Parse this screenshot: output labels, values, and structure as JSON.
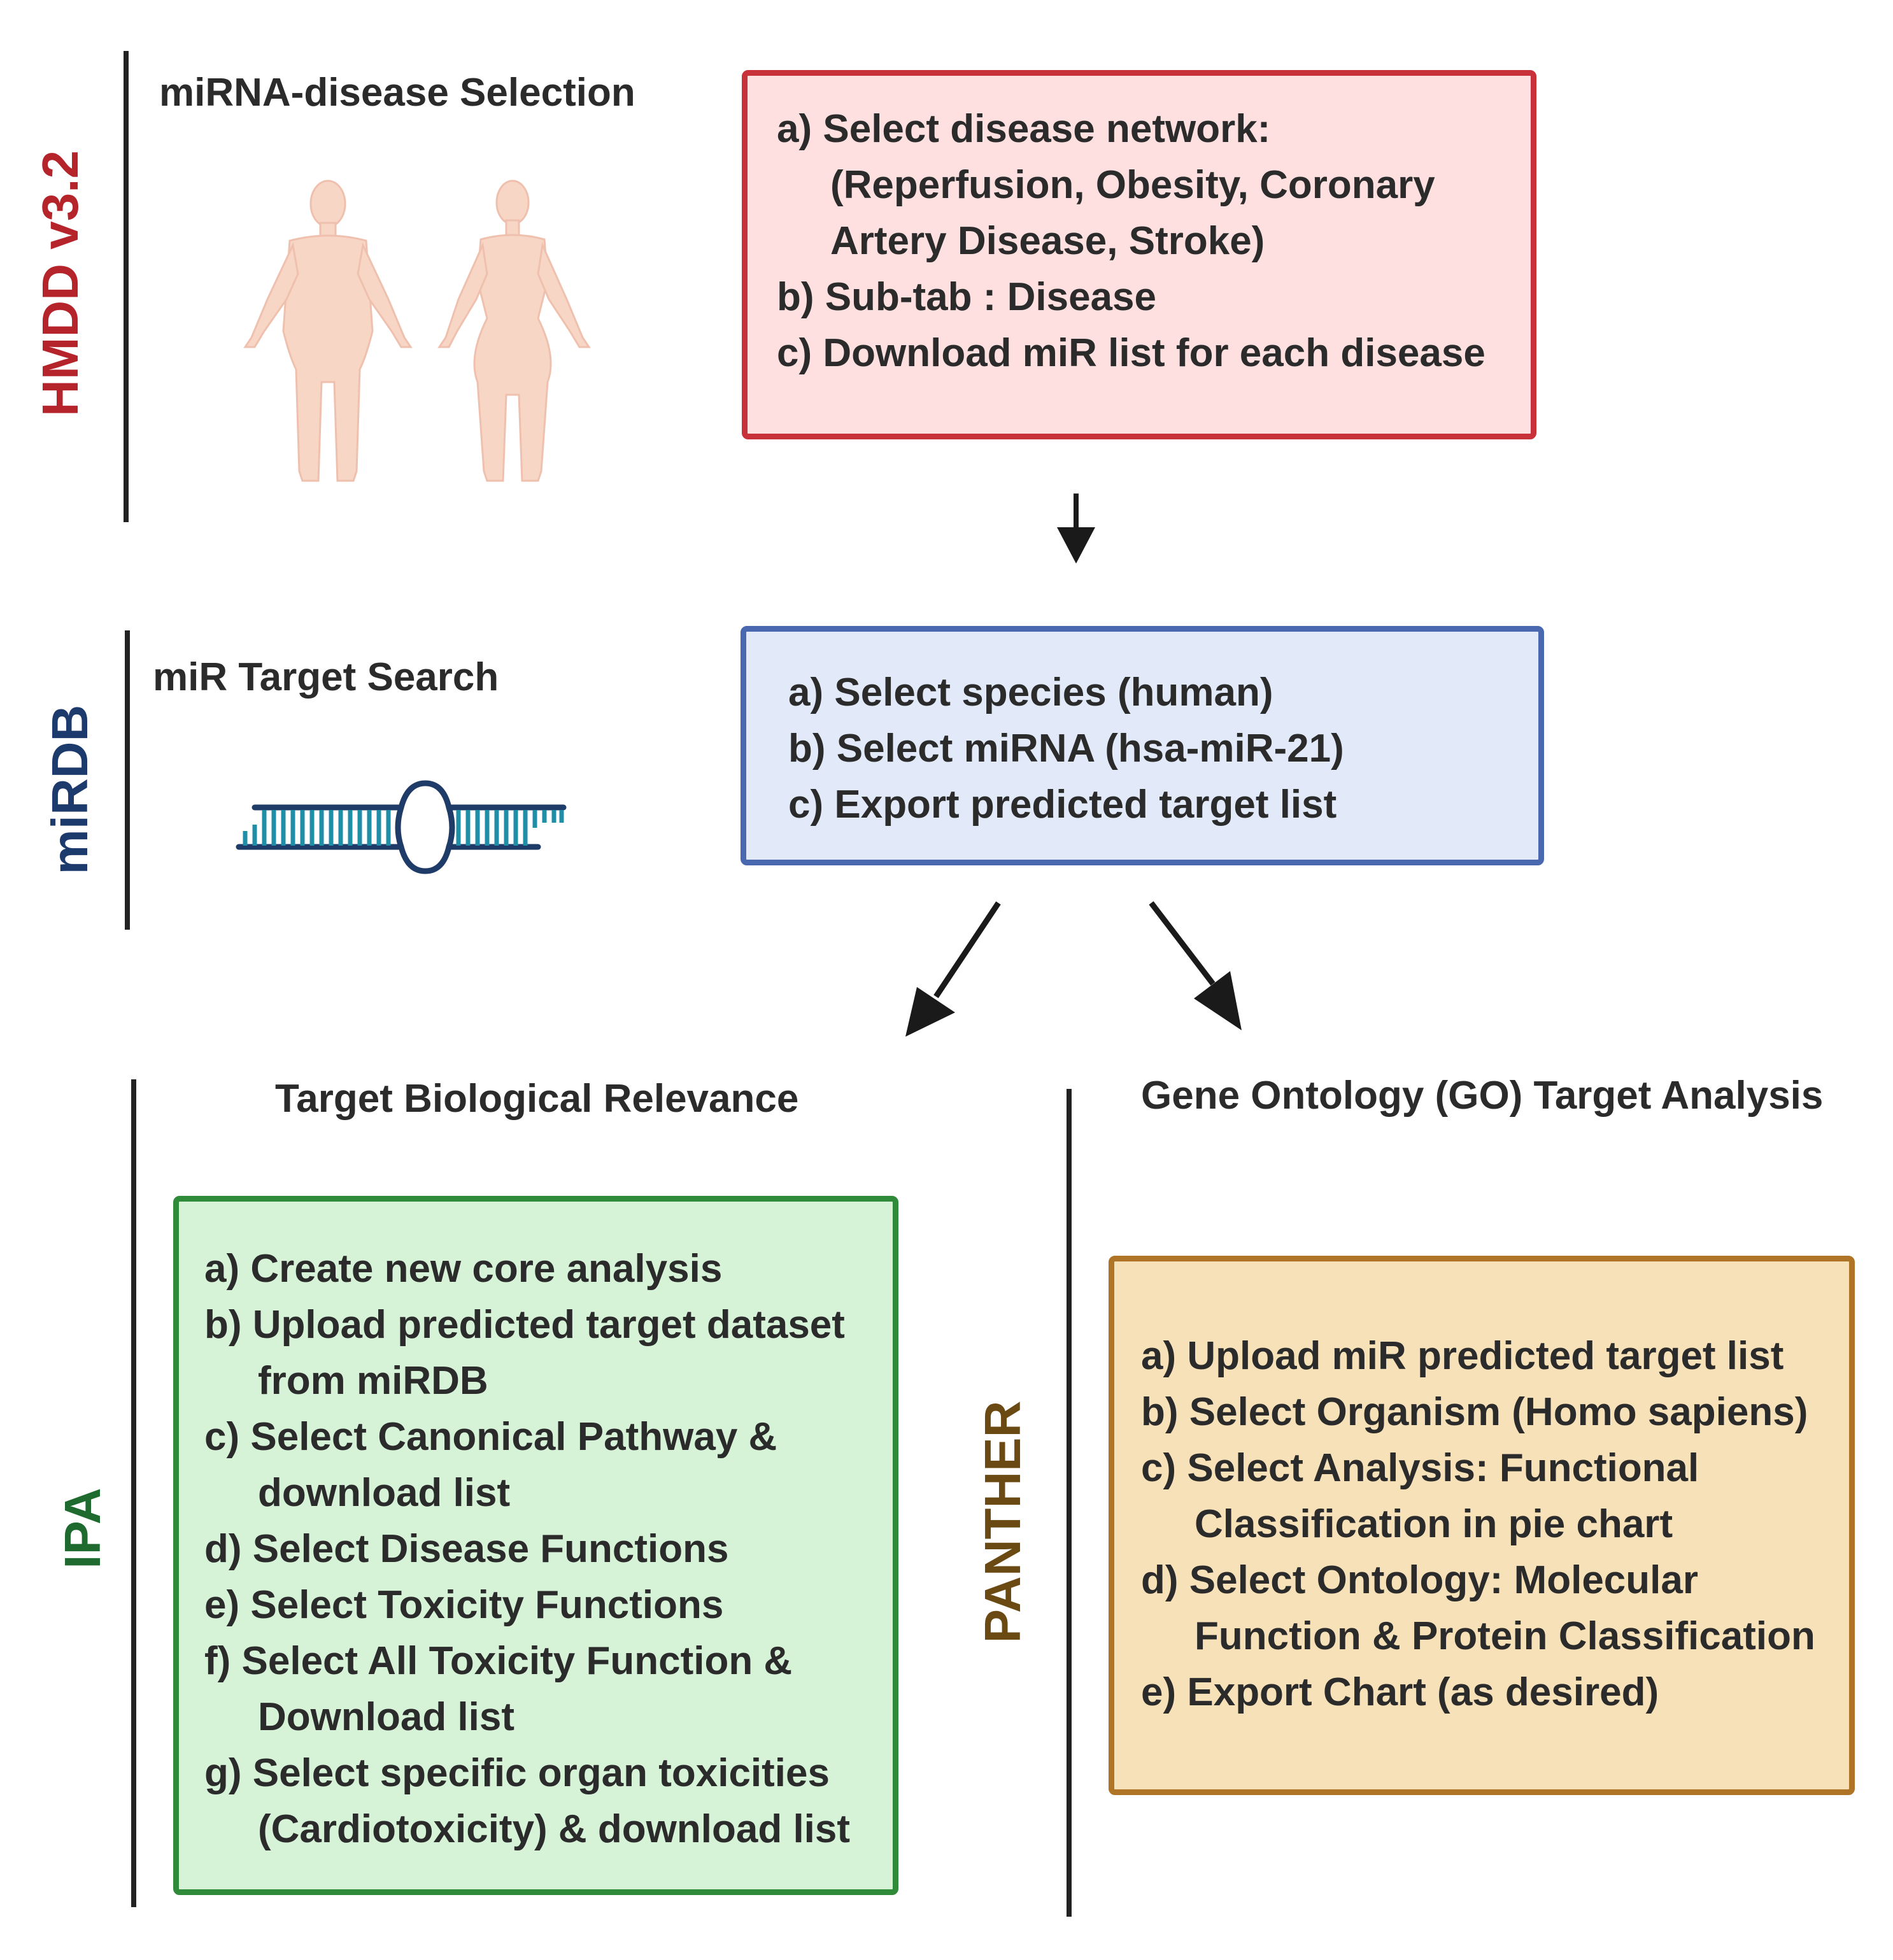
{
  "hmdd": {
    "side_label": "HMDD v3.2",
    "heading": "miRNA-disease Selection",
    "steps": [
      [
        "a) Select disease network:",
        "(Reperfusion, Obesity, Coronary",
        "Artery Disease, Stroke)"
      ],
      [
        "b) Sub-tab : Disease"
      ],
      [
        "c) Download miR list for each disease"
      ]
    ]
  },
  "mirdb": {
    "side_label": "miRDB",
    "heading": "miR Target Search",
    "steps": [
      [
        "a) Select species (human)"
      ],
      [
        "b) Select miRNA (hsa-miR-21)"
      ],
      [
        "c) Export  predicted  target list"
      ]
    ]
  },
  "ipa": {
    "side_label": "IPA",
    "heading": "Target Biological Relevance",
    "steps": [
      [
        "a) Create new core analysis"
      ],
      [
        "b) Upload predicted target dataset",
        "from miRDB"
      ],
      [
        "c) Select Canonical Pathway &",
        "download list"
      ],
      [
        "d) Select Disease Functions"
      ],
      [
        "e) Select Toxicity Functions"
      ],
      [
        "f)  Select All Toxicity Function &",
        "Download list"
      ],
      [
        "g) Select specific organ toxicities",
        "(Cardiotoxicity) & download list"
      ]
    ]
  },
  "panther": {
    "side_label": "PANTHER",
    "heading": "Gene Ontology (GO) Target Analysis",
    "steps": [
      [
        "a) Upload miR predicted target list"
      ],
      [
        "b) Select Organism (Homo sapiens)"
      ],
      [
        "c) Select Analysis: Functional",
        "Classification in pie chart"
      ],
      [
        "d) Select Ontology: Molecular",
        "Function & Protein Classification"
      ],
      [
        "e) Export Chart (as desired)"
      ]
    ]
  },
  "colors": {
    "hmdd_label": "#b5242b",
    "hmdd_border": "#c8303a",
    "hmdd_fill": "#fde0df",
    "mirdb_label": "#1d3a6c",
    "mirdb_border": "#4a68b0",
    "mirdb_fill": "#e2eafa",
    "ipa_label": "#1f6b2f",
    "ipa_border": "#2f8a3a",
    "ipa_fill": "#d6f3d8",
    "panther_label": "#6a4a12",
    "panther_border": "#b07426",
    "panther_fill": "#f7e1b8",
    "body_skin": "#f7d6c6",
    "rna_dark": "#1f3b67",
    "rna_teal": "#1f8fa8"
  },
  "icons": [
    "human-body-male-icon",
    "human-body-female-icon",
    "mirna-hairpin-icon",
    "arrow-down-icon",
    "arrow-down-left-icon",
    "arrow-down-right-icon"
  ]
}
